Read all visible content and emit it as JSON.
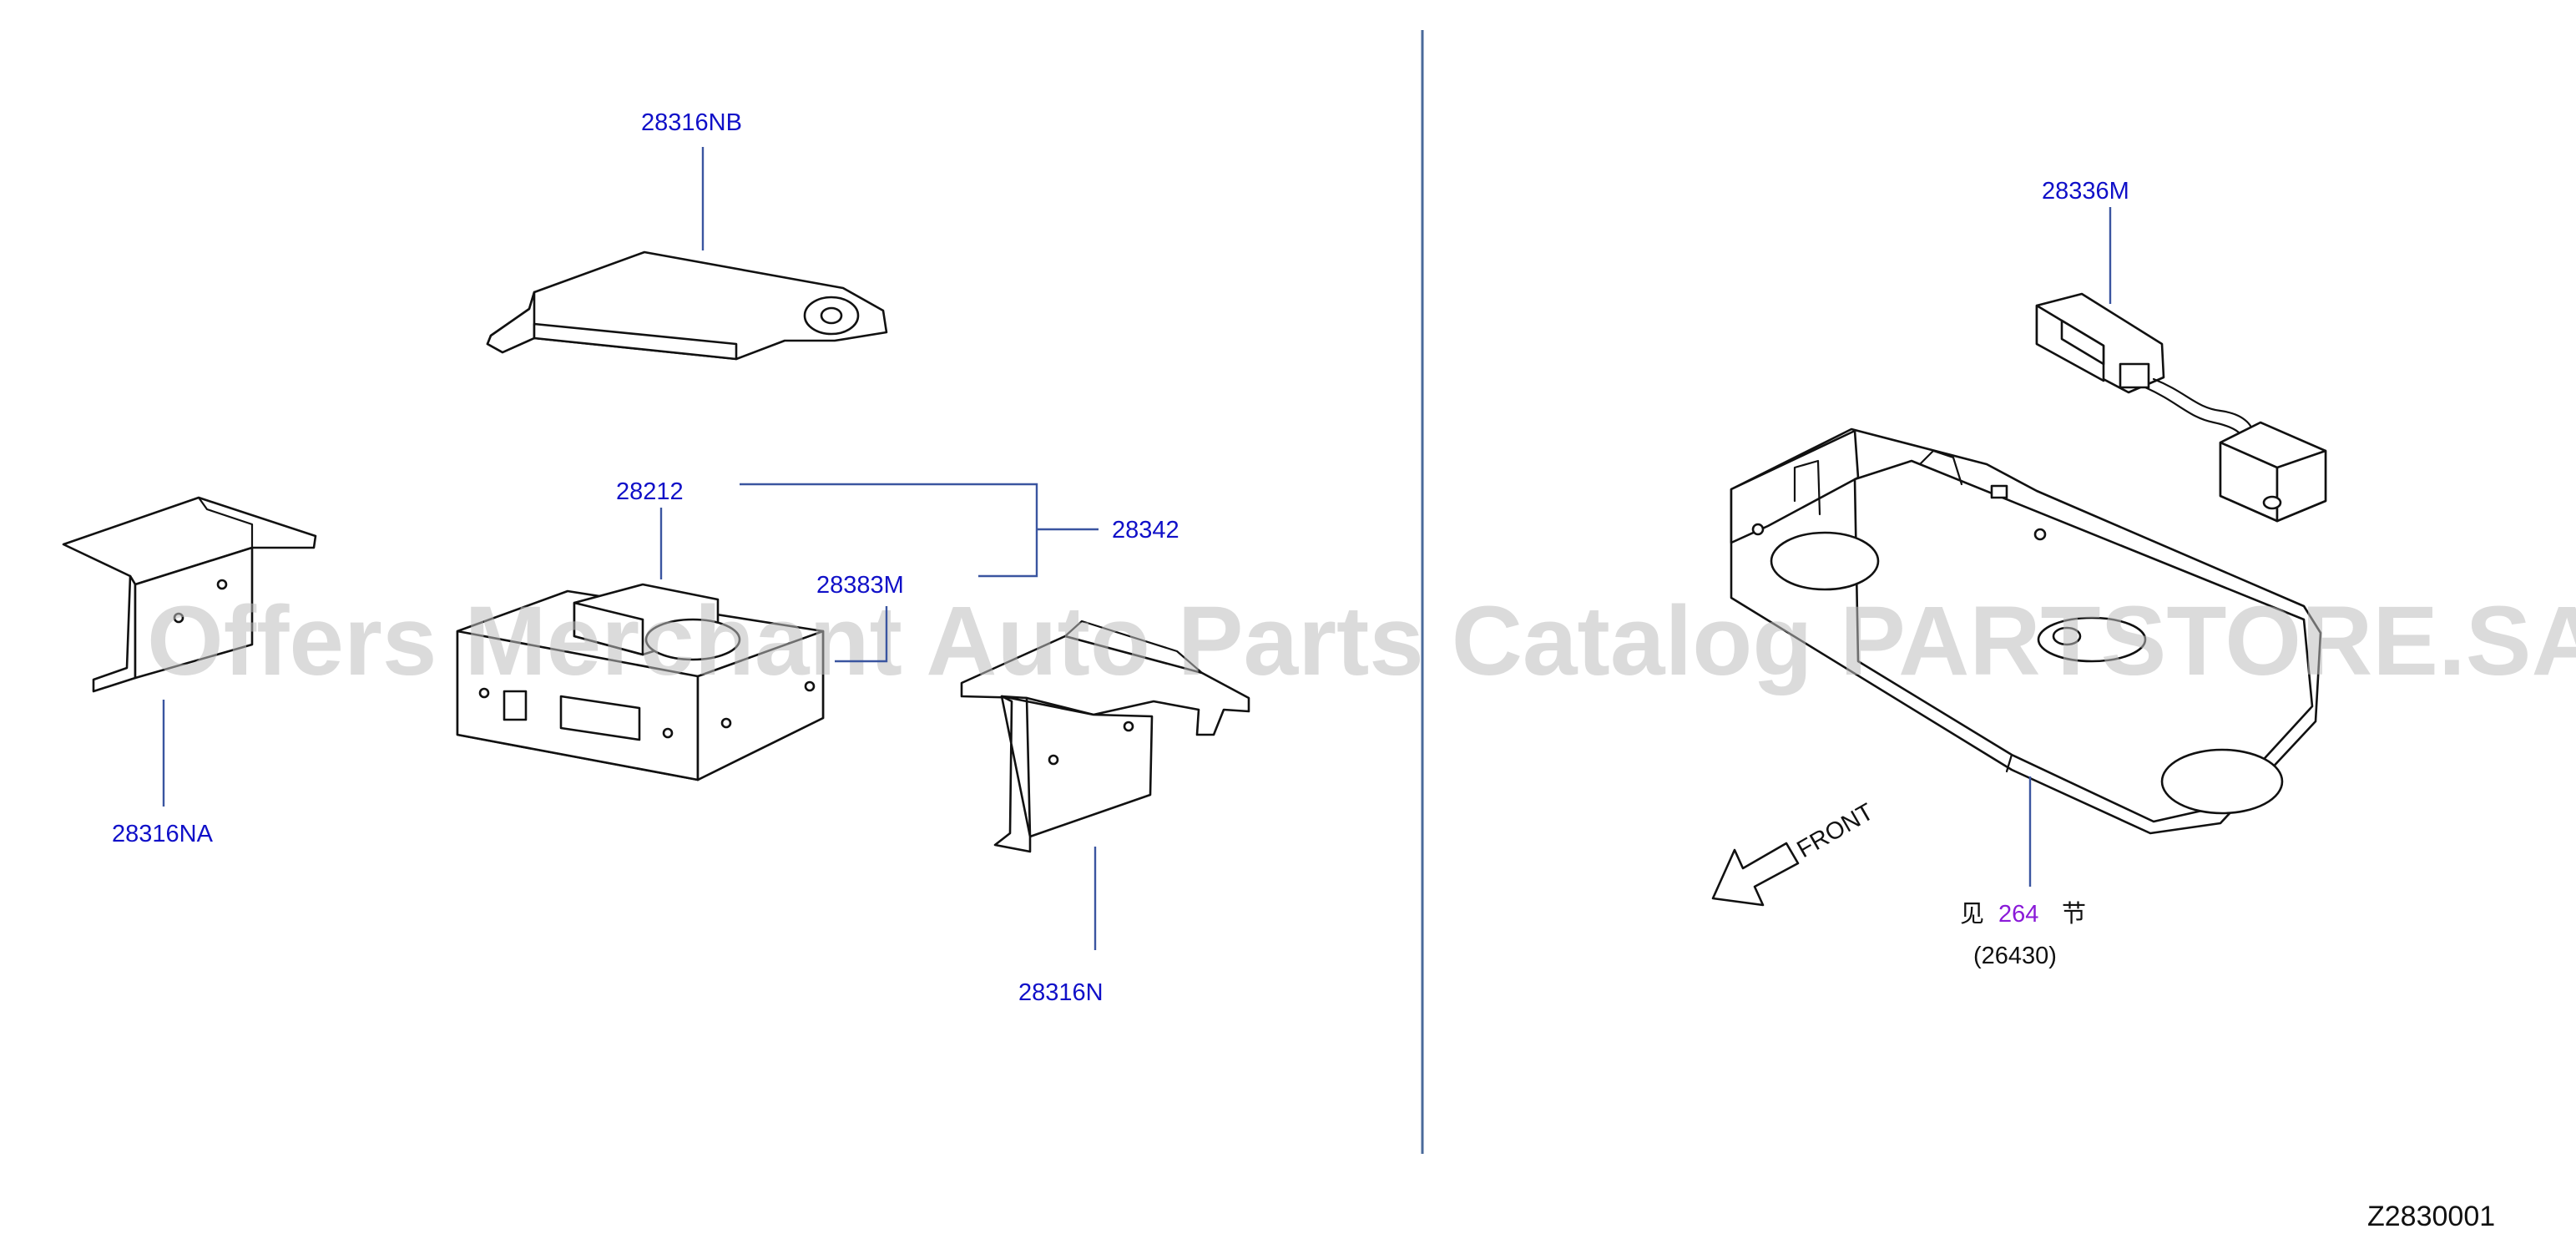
{
  "callouts": {
    "p28316NB": "28316NB",
    "p28316NA": "28316NA",
    "p28212": "28212",
    "p28342": "28342",
    "p28383M": "28383M",
    "p28316N": "28316N",
    "p28336M": "28336M",
    "ref_prefix": "见",
    "ref_page": "264",
    "ref_suffix": "节",
    "ref_code": "(26430)"
  },
  "front_label": "FRONT",
  "diagram_code": "Z2830001",
  "watermark": "Offers Merchant Auto Parts Catalog PARTSTORE.SA"
}
